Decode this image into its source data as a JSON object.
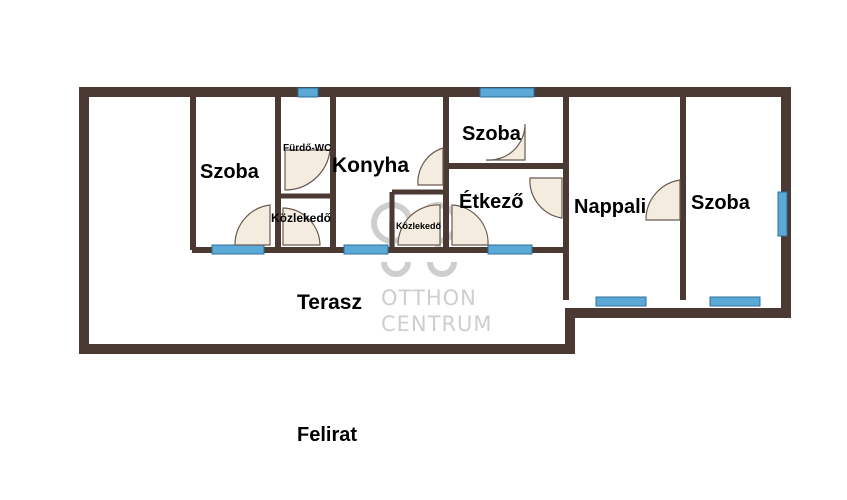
{
  "plan": {
    "rooms": [
      {
        "id": "szoba-1",
        "label": "Szoba"
      },
      {
        "id": "furdo-wc",
        "label": "Fürdő-WC"
      },
      {
        "id": "kozlekedo-1",
        "label": "Közlekedő"
      },
      {
        "id": "konyha",
        "label": "Konyha"
      },
      {
        "id": "kozlekedo-2",
        "label": "Közlekedő"
      },
      {
        "id": "szoba-2",
        "label": "Szoba"
      },
      {
        "id": "etkezo",
        "label": "Étkező"
      },
      {
        "id": "nappali",
        "label": "Nappali"
      },
      {
        "id": "szoba-3",
        "label": "Szoba"
      },
      {
        "id": "terasz",
        "label": "Terasz"
      }
    ],
    "watermark": {
      "line1": "OTTHON",
      "line2": "CENTRUM"
    },
    "colors": {
      "wall": "#4a3a33",
      "window": "#5aa9d6",
      "door": "#f3ecdf",
      "watermark": "#c9c9c9"
    }
  },
  "caption": "Felirat"
}
